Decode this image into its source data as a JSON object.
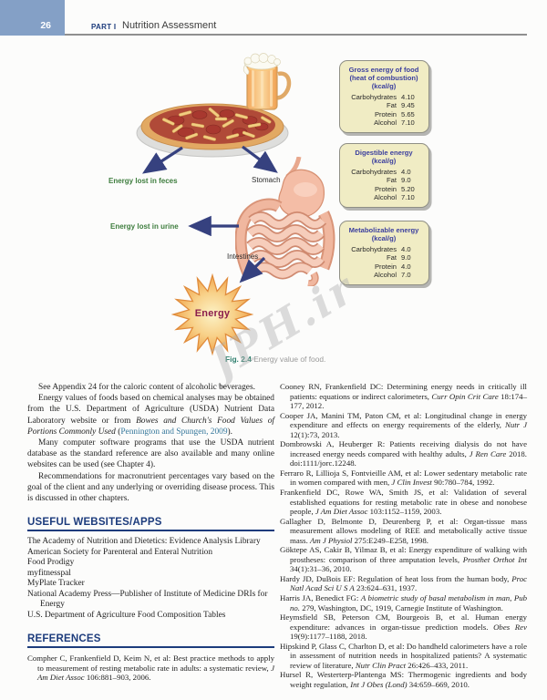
{
  "page": {
    "number": "26",
    "part": "PART I",
    "part_title": "Nutrition Assessment"
  },
  "figure": {
    "labels": {
      "feces": "Energy lost in feces",
      "stomach": "Stomach",
      "urine": "Energy lost in urine",
      "intestines": "Intestines",
      "energy": "Energy"
    },
    "caption_label": "Fig. 2.4",
    "caption_text": "Energy value of food.",
    "watermark": "JPH.ir",
    "boxes": [
      {
        "title_lines": [
          "Gross energy of food",
          "(heat of combustion)",
          "(kcal/g)"
        ],
        "rows": [
          {
            "label": "Carbohydrates",
            "value": "4.10"
          },
          {
            "label": "Fat",
            "value": "9.45"
          },
          {
            "label": "Protein",
            "value": "5.65"
          },
          {
            "label": "Alcohol",
            "value": "7.10"
          }
        ]
      },
      {
        "title_lines": [
          "Digestible energy",
          "(kcal/g)"
        ],
        "rows": [
          {
            "label": "Carbohydrates",
            "value": "4.0"
          },
          {
            "label": "Fat",
            "value": "9.0"
          },
          {
            "label": "Protein",
            "value": "5.20"
          },
          {
            "label": "Alcohol",
            "value": "7.10"
          }
        ]
      },
      {
        "title_lines": [
          "Metabolizable energy",
          "(kcal/g)"
        ],
        "rows": [
          {
            "label": "Carbohydrates",
            "value": "4.0"
          },
          {
            "label": "Fat",
            "value": "9.0"
          },
          {
            "label": "Protein",
            "value": "4.0"
          },
          {
            "label": "Alcohol",
            "value": "7.0"
          }
        ]
      }
    ]
  },
  "body": {
    "paragraphs": [
      [
        {
          "t": "See Appendix 24 for the caloric content of alcoholic beverages."
        }
      ],
      [
        {
          "t": "Energy values of foods based on chemical analyses may be obtained from the U.S. Department of Agriculture (USDA) Nutrient Data Laboratory website or from "
        },
        {
          "t": "Bowes and Church's Food Values of Portions Commonly Used",
          "i": true
        },
        {
          "t": " ("
        },
        {
          "t": "Pennington and Spungen, 2009",
          "link": true
        },
        {
          "t": ")."
        }
      ],
      [
        {
          "t": "Many computer software programs that use the USDA nutrient database as the standard reference are also available and many online websites can be used (see Chapter 4)."
        }
      ],
      [
        {
          "t": "Recommendations for macronutrient percentages vary based on the goal of the client and any underlying or overriding disease process. This is discussed in other chapters."
        }
      ]
    ],
    "websites_heading": "USEFUL WEBSITES/APPS",
    "websites": [
      "The Academy of Nutrition and Dietetics: Evidence Analysis Library",
      "American Society for Parenteral and Enteral Nutrition",
      "Food Prodigy",
      "myfitnesspal",
      "MyPlate Tracker",
      "National Academy Press—Publisher of Institute of Medicine DRIs for Energy",
      "U.S. Department of Agriculture Food Composition Tables"
    ],
    "references_heading": "REFERENCES",
    "references_left": [
      [
        {
          "t": "Compher C, Frankenfield D, Keim N, et al: Best practice methods to apply to measurement of resting metabolic rate in adults: a systematic review, "
        },
        {
          "t": "J Am Diet Assoc",
          "i": true
        },
        {
          "t": " 106:881–903, 2006."
        }
      ]
    ],
    "references_right": [
      [
        {
          "t": "Cooney RN, Frankenfield DC: Determining energy needs in critically ill patients: equations or indirect calorimeters, "
        },
        {
          "t": "Curr Opin Crit Care",
          "i": true
        },
        {
          "t": " 18:174–177, 2012."
        }
      ],
      [
        {
          "t": "Cooper JA, Manini TM, Paton CM, et al: Longitudinal change in energy expenditure and effects on energy requirements of the elderly, "
        },
        {
          "t": "Nutr J",
          "i": true
        },
        {
          "t": " 12(1):73, 2013."
        }
      ],
      [
        {
          "t": "Dombrowski A, Heuberger R: Patients receiving dialysis do not have increased energy needs compared with healthy adults, "
        },
        {
          "t": "J Ren Care",
          "i": true
        },
        {
          "t": " 2018. doi:1111/jorc.12248."
        }
      ],
      [
        {
          "t": "Ferraro R, Lillioja S, Fontvieille AM, et al: Lower sedentary metabolic rate in women compared with men, "
        },
        {
          "t": "J Clin Invest",
          "i": true
        },
        {
          "t": " 90:780–784, 1992."
        }
      ],
      [
        {
          "t": "Frankenfield DC, Rowe WA, Smith JS, et al: Validation of several established equations for resting metabolic rate in obese and nonobese people, "
        },
        {
          "t": "J Am Diet Assoc",
          "i": true
        },
        {
          "t": " 103:1152–1159, 2003."
        }
      ],
      [
        {
          "t": "Gallagher D, Belmonte D, Deurenberg P, et al: Organ-tissue mass measurement allows modeling of REE and metabolically active tissue mass. "
        },
        {
          "t": "Am J Physiol",
          "i": true
        },
        {
          "t": " 275:E249–E258, 1998."
        }
      ],
      [
        {
          "t": "Göktepe AS, Cakir B, Yilmaz B, et al: Energy expenditure of walking with prostheses: comparison of three amputation levels, "
        },
        {
          "t": "Prosthet Orthot Int",
          "i": true
        },
        {
          "t": " 34(1):31–36, 2010."
        }
      ],
      [
        {
          "t": "Hardy JD, DuBois EF: Regulation of heat loss from the human body, "
        },
        {
          "t": "Proc Natl Acad Sci U S A",
          "i": true
        },
        {
          "t": " 23:624–631, 1937."
        }
      ],
      [
        {
          "t": "Harris JA, Benedict FG: "
        },
        {
          "t": "A biometric study of basal metabolism in man, Pub no.",
          "i": true
        },
        {
          "t": " 279, Washington, DC, 1919, Carnegie Institute of Washington."
        }
      ],
      [
        {
          "t": "Heymsfield SB, Peterson CM, Bourgeois B, et al. Human energy expenditure: advances in organ-tissue prediction models. "
        },
        {
          "t": "Obes Rev",
          "i": true
        },
        {
          "t": " 19(9):1177–1188, 2018."
        }
      ],
      [
        {
          "t": "Hipskind P, Glass C, Charlton D, et al: Do handheld calorimeters have a role in assessment of nutrition needs in hospitalized patients? A systematic review of literature, "
        },
        {
          "t": "Nutr Clin Pract",
          "i": true
        },
        {
          "t": " 26:426–433, 2011."
        }
      ],
      [
        {
          "t": "Hursel R, Westerterp-Plantenga MS: Thermogenic ingredients and body weight regulation, "
        },
        {
          "t": "Int J Obes (Lond)",
          "i": true
        },
        {
          "t": " 34:659–669, 2010."
        }
      ]
    ]
  },
  "colors": {
    "header_blue": "#84a0c6",
    "navy_heading": "#1c3b7c",
    "link_teal": "#36789c",
    "label_green": "#3e7d3e",
    "arrow_navy": "#36417f",
    "box_bg": "#f0ecc4",
    "box_title_blue": "#3b3f9e",
    "caption_teal": "#2e7f6e",
    "energy_maroon": "#8b1d4b",
    "star_orange": "#f0a54e"
  }
}
